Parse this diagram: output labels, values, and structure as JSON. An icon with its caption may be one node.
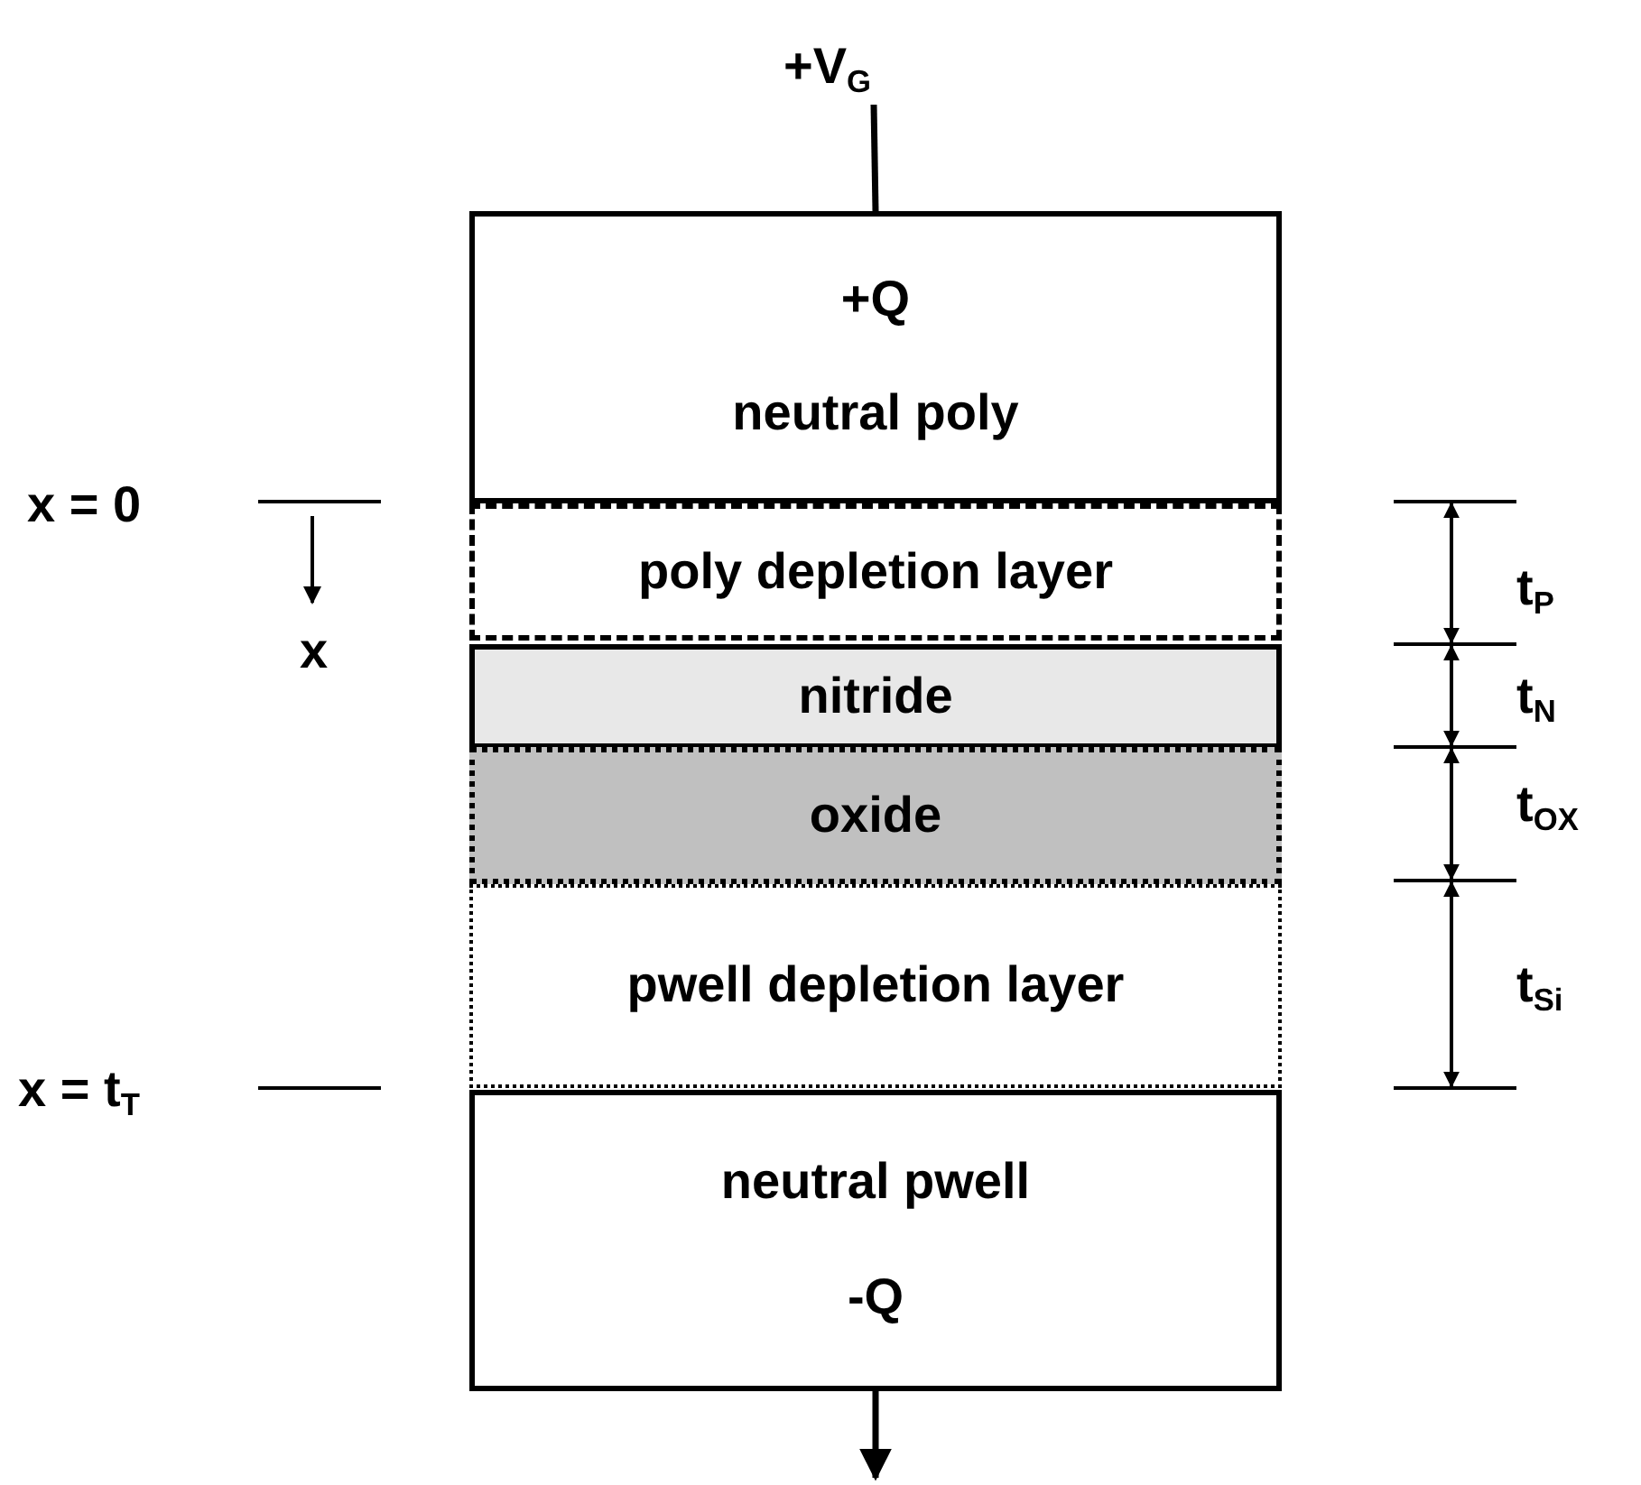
{
  "diagram": {
    "nodes": [
      {
        "text": [
          "+V$_{G}$"
        ]
      },
      {
        "text": [
          "+Q",
          "neutral poly"
        ]
      },
      {
        "text": [
          "poly depletion layer"
        ]
      },
      {
        "text": [
          "nitride"
        ]
      },
      {
        "text": [
          "oxide"
        ]
      },
      {
        "text": [
          "pwell depletion layer"
        ]
      },
      {
        "text": [
          "neutral pwell",
          "-Q"
        ]
      }
    ],
    "edges": [
      {
        "from": 0,
        "to": 1,
        "arrow": "none"
      },
      {
        "from": 6,
        "to": null,
        "arrow": "to"
      }
    ],
    "labels": [
      "x = 0",
      "x",
      "x = t$_{T}$",
      "t$_{P}$",
      "t$_{N}$",
      "t$_{OX}$",
      "t$_{Si}$"
    ]
  }
}
